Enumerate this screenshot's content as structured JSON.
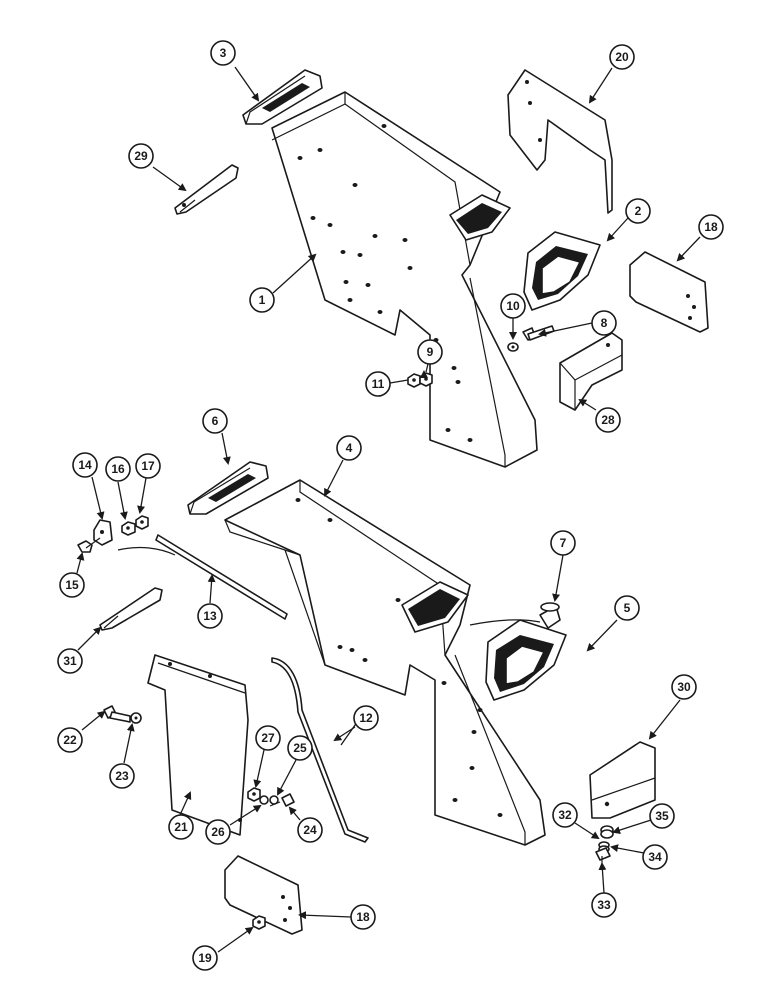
{
  "callouts": [
    {
      "id": "c1",
      "label": "1"
    },
    {
      "id": "c2",
      "label": "2"
    },
    {
      "id": "c3",
      "label": "3"
    },
    {
      "id": "c4",
      "label": "4"
    },
    {
      "id": "c5",
      "label": "5"
    },
    {
      "id": "c6",
      "label": "6"
    },
    {
      "id": "c7",
      "label": "7"
    },
    {
      "id": "c8",
      "label": "8"
    },
    {
      "id": "c9",
      "label": "9"
    },
    {
      "id": "c10",
      "label": "10"
    },
    {
      "id": "c11",
      "label": "11"
    },
    {
      "id": "c12",
      "label": "12"
    },
    {
      "id": "c13",
      "label": "13"
    },
    {
      "id": "c14",
      "label": "14"
    },
    {
      "id": "c15",
      "label": "15"
    },
    {
      "id": "c16",
      "label": "16"
    },
    {
      "id": "c17",
      "label": "17"
    },
    {
      "id": "c18a",
      "label": "18"
    },
    {
      "id": "c18b",
      "label": "18"
    },
    {
      "id": "c19",
      "label": "19"
    },
    {
      "id": "c20",
      "label": "20"
    },
    {
      "id": "c21",
      "label": "21"
    },
    {
      "id": "c22",
      "label": "22"
    },
    {
      "id": "c23",
      "label": "23"
    },
    {
      "id": "c24",
      "label": "24"
    },
    {
      "id": "c25",
      "label": "25"
    },
    {
      "id": "c26",
      "label": "26"
    },
    {
      "id": "c27",
      "label": "27"
    },
    {
      "id": "c28",
      "label": "28"
    },
    {
      "id": "c29",
      "label": "29"
    },
    {
      "id": "c30",
      "label": "30"
    },
    {
      "id": "c31",
      "label": "31"
    },
    {
      "id": "c32",
      "label": "32"
    },
    {
      "id": "c33",
      "label": "33"
    },
    {
      "id": "c34",
      "label": "34"
    },
    {
      "id": "c35",
      "label": "35"
    }
  ]
}
